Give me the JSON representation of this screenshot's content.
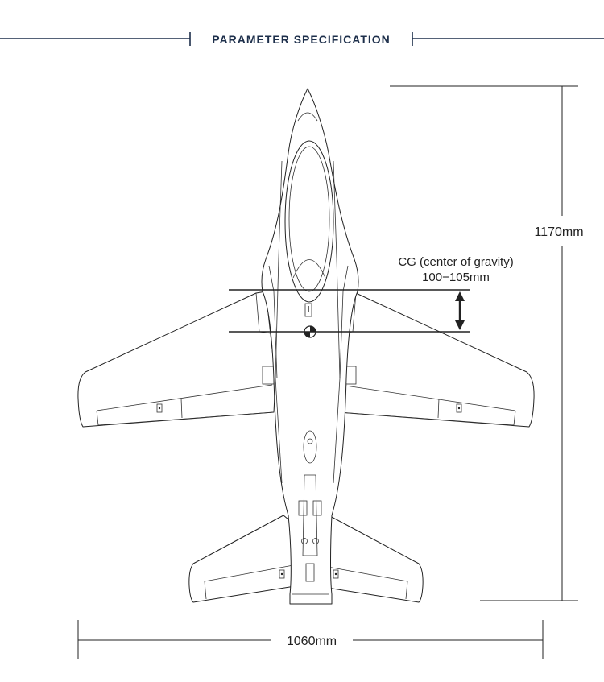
{
  "header": {
    "title": "PARAMETER SPECIFICATION",
    "rule_color": "#1d2f4b"
  },
  "dimensions": {
    "length": "1170mm",
    "wingspan": "1060mm"
  },
  "cg": {
    "label": "CG (center of gravity)",
    "range": "100−105mm"
  }
}
